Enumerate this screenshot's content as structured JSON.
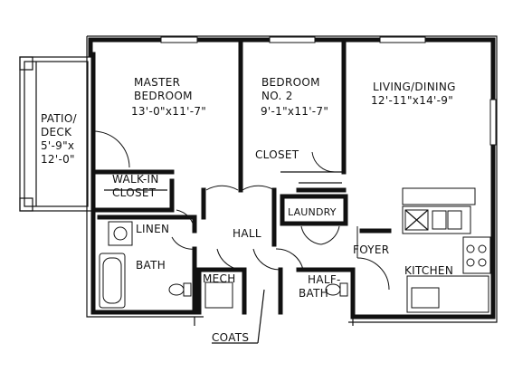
{
  "rooms": {
    "patio": {
      "name_1": "PATIO/",
      "name_2": "DECK",
      "dim_1": "5'-9\"x",
      "dim_2": "12'-0\""
    },
    "master": {
      "name_1": "MASTER",
      "name_2": "BEDROOM",
      "dims": "13'-0\"x11'-7\""
    },
    "bedroom2": {
      "name_1": "BEDROOM",
      "name_2": "NO. 2",
      "dims": "9'-1\"x11'-7\""
    },
    "living": {
      "name": "LIVING/DINING",
      "dims": "12'-11\"x14'-9\""
    },
    "closet": {
      "name": "CLOSET"
    },
    "walkin": {
      "name_1": "WALK-IN",
      "name_2": "CLOSET"
    },
    "laundry": {
      "name": "LAUNDRY"
    },
    "linen": {
      "name": "LINEN"
    },
    "hall": {
      "name": "HALL"
    },
    "foyer": {
      "name": "FOYER"
    },
    "bath": {
      "name": "BATH"
    },
    "mech": {
      "name": "MECH"
    },
    "halfbath": {
      "name_1": "HALF-",
      "name_2": "BATH"
    },
    "kitchen": {
      "name": "KITCHEN"
    },
    "coats": {
      "name": "COATS"
    }
  }
}
